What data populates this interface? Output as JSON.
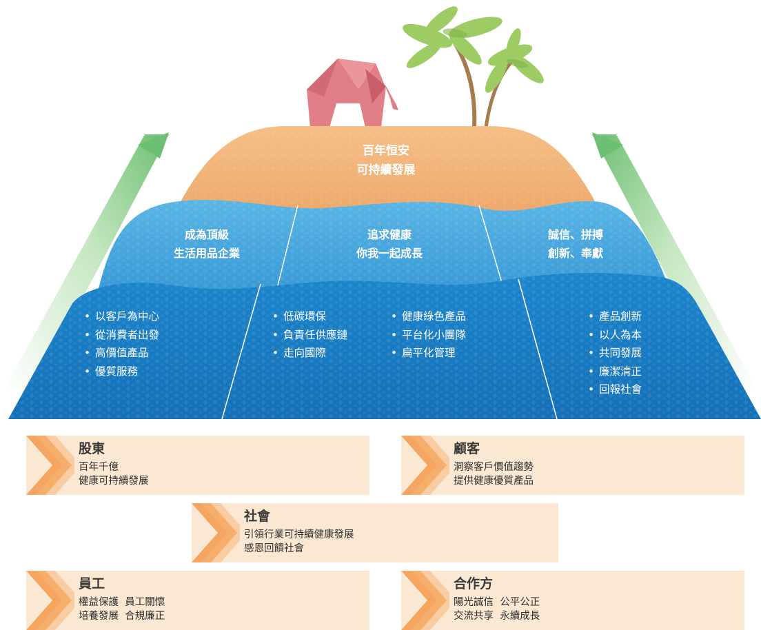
{
  "colors": {
    "sand": "#f1b37a",
    "water_light": "#45a8dc",
    "water_dark": "#1777c1",
    "arrow_green": "#7cc57f",
    "card_bg": "#fbe8d3",
    "chevron": "#f4a55f",
    "elephant": "#e07f86",
    "palm_leaf": "#9ccc63",
    "palm_trunk": "#a67b4d"
  },
  "top": {
    "line1": "百年恒安",
    "line2": "可持續發展"
  },
  "middle": [
    {
      "line1": "成為頂級",
      "line2": "生活用品企業"
    },
    {
      "line1": "追求健康",
      "line2": "你我一起成長"
    },
    {
      "line1": "誠信、拼搏",
      "line2": "創新、奉獻"
    }
  ],
  "bottom": {
    "left": [
      "以客戶為中心",
      "從消費者出發",
      "高價值產品",
      "優質服務"
    ],
    "center_a": [
      "低碳環保",
      "負責任供應鏈",
      "走向國際"
    ],
    "center_b": [
      "健康綠色產品",
      "平台化小團隊",
      "扁平化管理"
    ],
    "right": [
      "產品創新",
      "以人為本",
      "共同發展",
      "廉潔清正",
      "回報社會"
    ]
  },
  "cards": {
    "shareholders": {
      "title": "股東",
      "lines": [
        "百年千億",
        "健康可持續發展"
      ]
    },
    "customers": {
      "title": "顧客",
      "lines": [
        "洞察客戶價值趨勢",
        "提供健康優質產品"
      ]
    },
    "society": {
      "title": "社會",
      "lines": [
        "引領行業可持續健康發展",
        "感恩回饋社會"
      ]
    },
    "employees": {
      "title": "員工",
      "lines": [
        "權益保護  員工關懷",
        "培養發展  合規廉正"
      ]
    },
    "partners": {
      "title": "合作方",
      "lines": [
        "陽光誠信  公平公正",
        "交流共享  永續成長"
      ]
    }
  }
}
